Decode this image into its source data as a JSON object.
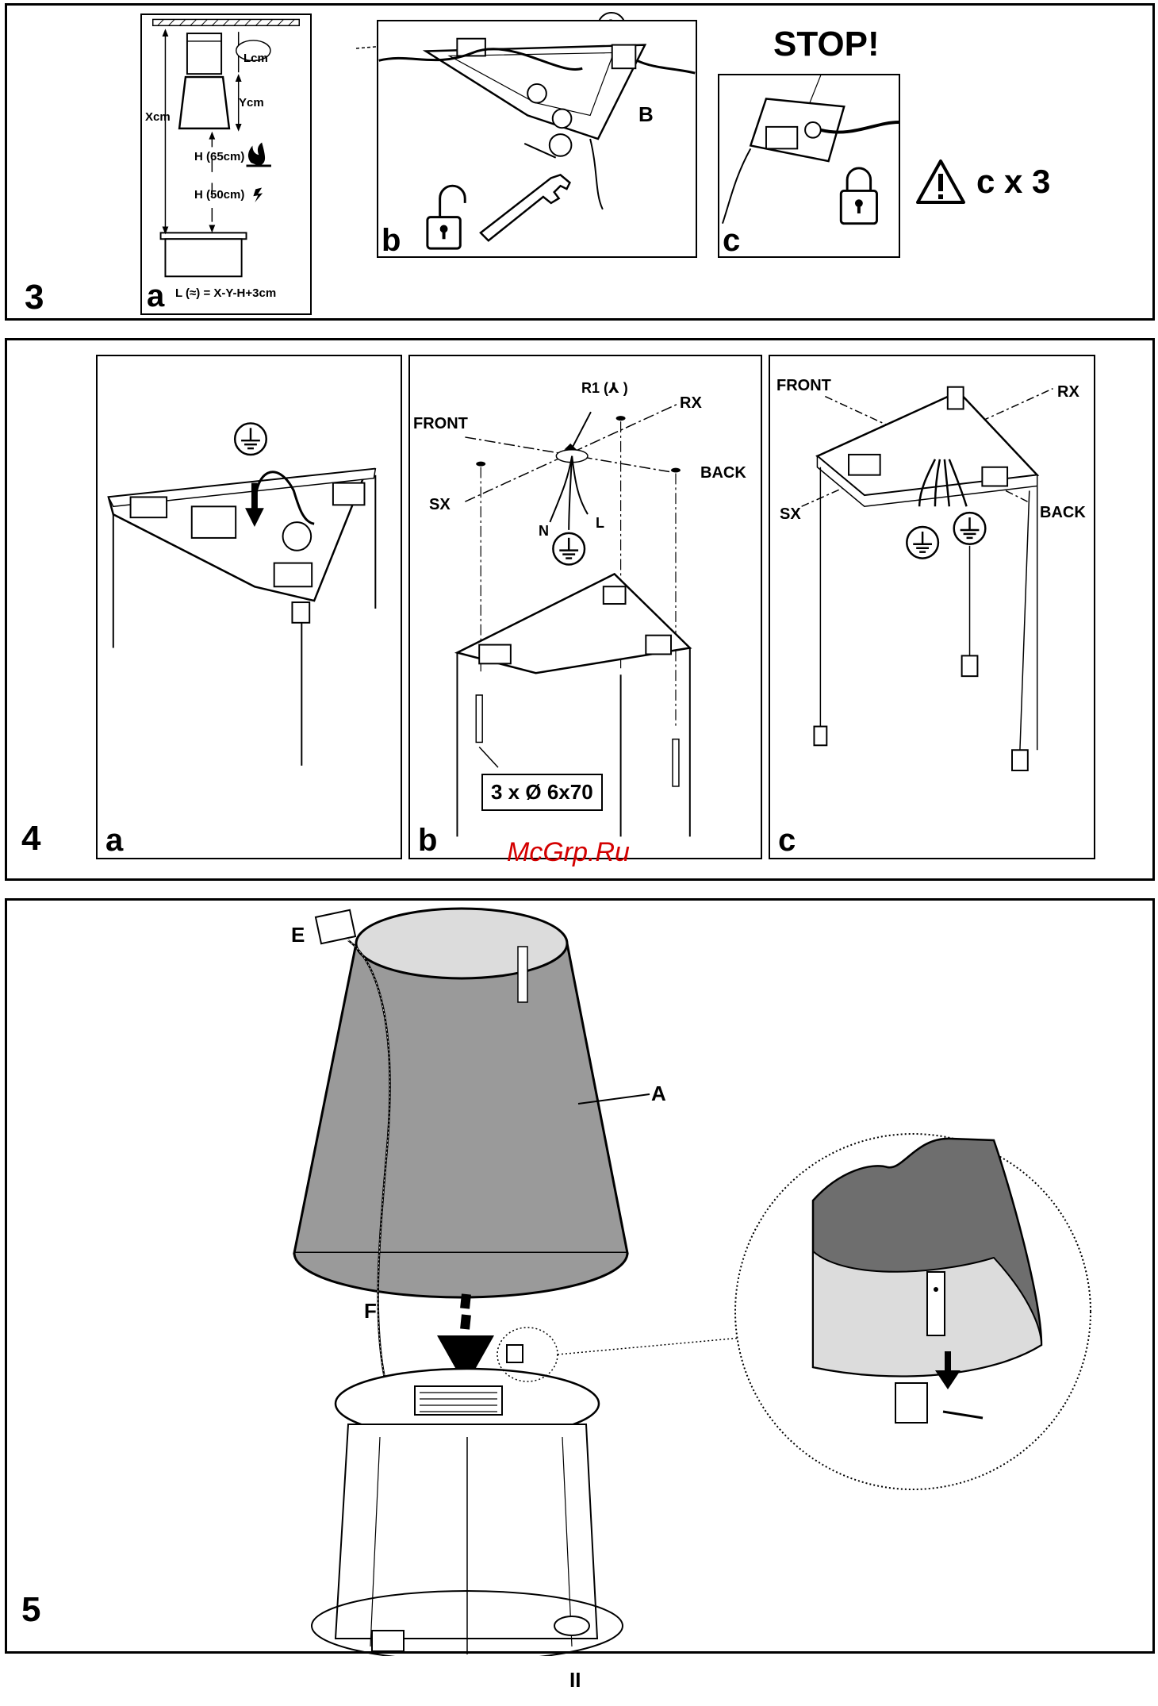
{
  "steps": {
    "s3": {
      "number": "3",
      "panel_a": {
        "letter": "a",
        "l_label": "Lcm",
        "x_label": "Xcm",
        "y_label": "Ycm",
        "h_gas": "H (65cm)",
        "h_elec": "H (50cm)",
        "formula": "L (≈) = X-Y-H+3cm",
        "warn_mark": "!"
      },
      "panel_b": {
        "letter": "b",
        "label_b": "B"
      },
      "panel_c": {
        "letter": "c",
        "stop": "STOP!"
      },
      "warning": "c x 3"
    },
    "s4": {
      "number": "4",
      "panel_a": {
        "letter": "a"
      },
      "panel_b": {
        "letter": "b",
        "r1": "R1 (⅄ )",
        "front": "FRONT",
        "rx": "RX",
        "sx": "SX",
        "back": "BACK",
        "n": "N",
        "l": "L",
        "screws": "3 x Ø 6x70"
      },
      "panel_c": {
        "letter": "c",
        "front": "FRONT",
        "rx": "RX",
        "sx": "SX",
        "back": "BACK"
      }
    },
    "s5": {
      "number": "5",
      "label_e": "E",
      "label_a": "A",
      "label_f": "F"
    }
  },
  "watermark": "McGrp.Ru",
  "page_number": "II",
  "colors": {
    "shade_dark": "#9a9a9a",
    "shade_inner": "#dcdcdc",
    "detail_dark": "#6e6e6e",
    "watermark": "#d40000"
  }
}
